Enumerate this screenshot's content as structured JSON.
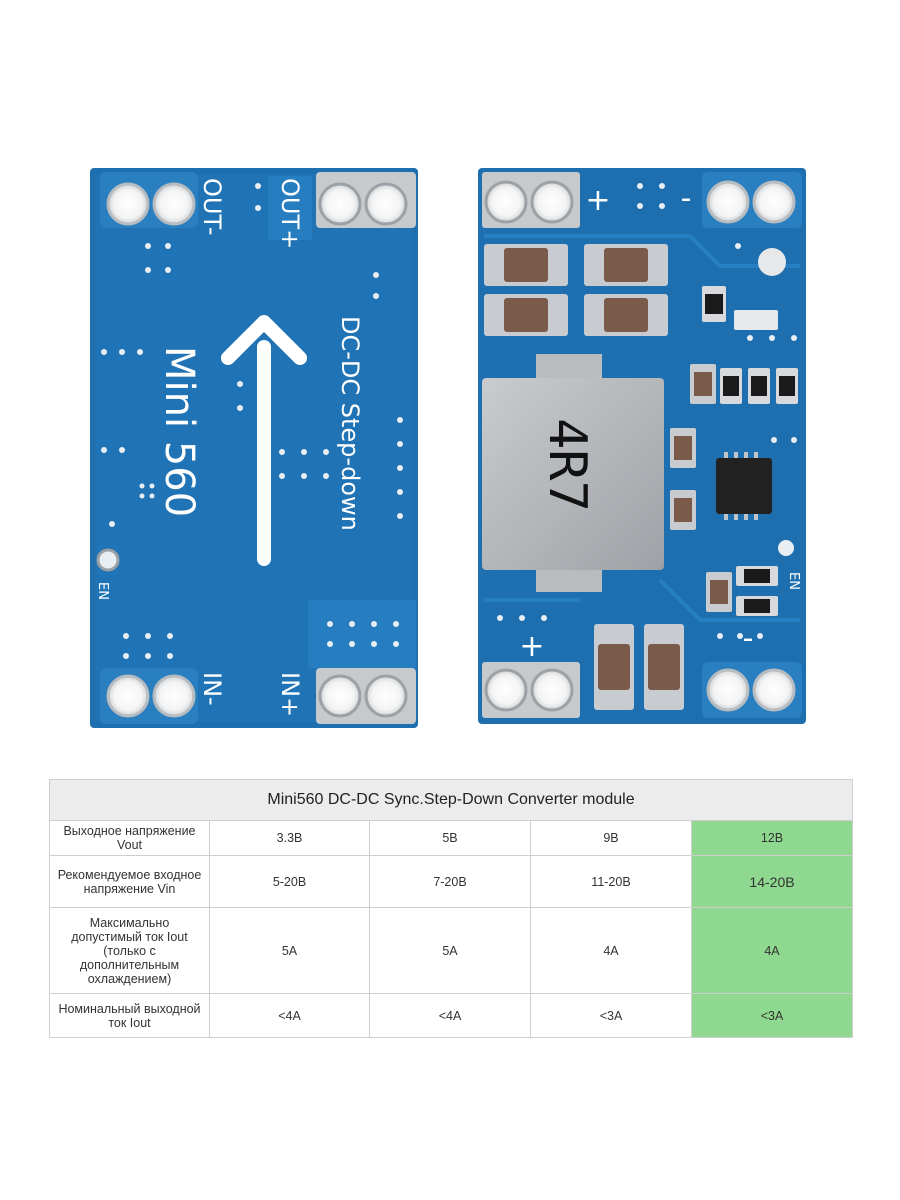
{
  "board_front": {
    "out_minus": "OUT-",
    "out_plus": "OUT+",
    "in_minus": "IN-",
    "in_plus": "IN+",
    "model": "Mini 560",
    "desc": "DC-DC Step-down",
    "en": "EN"
  },
  "board_back": {
    "plus_top": "+",
    "minus_top": "-",
    "plus_bottom": "+",
    "minus_bottom": "-",
    "inductor": "4R7",
    "en": "EN"
  },
  "table": {
    "title": "Mini560 DC-DC Sync.Step-Down Converter module",
    "rows": [
      {
        "label": "Выходное напряжение Vout",
        "values": [
          "3.3В",
          "5В",
          "9В",
          "12В"
        ]
      },
      {
        "label": "Рекомендуемое входное напряжение Vin",
        "values": [
          "5-20В",
          "7-20В",
          "11-20В",
          "14-20В"
        ]
      },
      {
        "label": "Максимально допустимый ток Iout (только с дополнительным охлаждением)",
        "values": [
          "5A",
          "5A",
          "4A",
          "4A"
        ]
      },
      {
        "label": "Номинальный выходной ток Iout",
        "values": [
          "<4A",
          "<4A",
          "<3A",
          "<3A"
        ]
      }
    ],
    "highlight_color": "#8fd88f"
  },
  "colors": {
    "pcb_blue": "#1e6fb0",
    "pad_silver": "#d7d9dc",
    "silk": "#ffffff"
  }
}
